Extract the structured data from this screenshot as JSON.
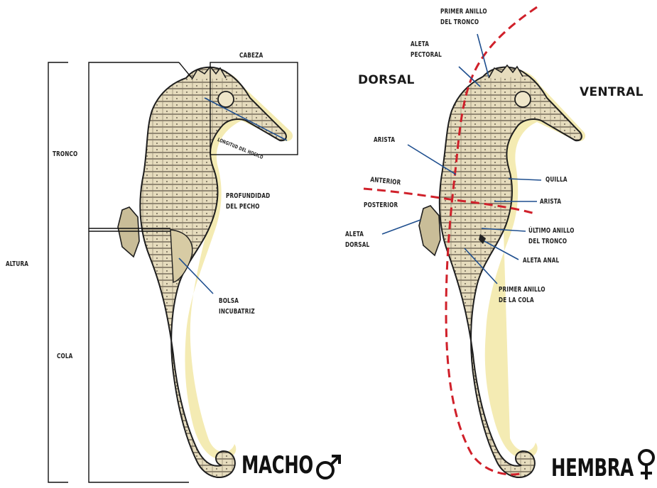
{
  "male": {
    "labels": {
      "cabeza": "CABEZA",
      "hocico": "LONGITUD DEL HOCICO",
      "tronco": "TRONCO",
      "profundidad": [
        "PROFUNDIDAD",
        "DEL PECHO"
      ],
      "altura": "ALTURA",
      "bolsa": [
        "BOLSA",
        "INCUBATRIZ"
      ],
      "cola": "COLA"
    },
    "sex_label": "MACHO",
    "sex_symbol": "♂"
  },
  "female": {
    "dorsal": "DORSAL",
    "ventral": "VENTRAL",
    "labels": {
      "primer_anillo_tronco": [
        "PRIMER ANILLO",
        "DEL TRONCO"
      ],
      "aleta_pectoral": [
        "ALETA",
        "PECTORAL"
      ],
      "arista_top": "ARISTA",
      "anterior": "ANTERIOR",
      "posterior": "POSTERIOR",
      "aleta_dorsal": [
        "ALETA",
        "DORSAL"
      ],
      "quilla": "QUILLA",
      "arista_right": "ARISTA",
      "ultimo_anillo": [
        "ÚLTIMO ANILLO",
        "DEL TRONCO"
      ],
      "aleta_anal": "ALETA ANAL",
      "primer_anillo_cola": [
        "PRIMER ANILLO",
        "DE LA COLA"
      ]
    },
    "sex_label": "HEMBRA",
    "sex_symbol": "♀"
  },
  "colors": {
    "body_fill": "#e8dfc0",
    "body_shadow": "#f2e7a6",
    "outline": "#1e1e1e",
    "pointer_line": "#1f4f8f",
    "divider_dash": "#d0202a"
  }
}
